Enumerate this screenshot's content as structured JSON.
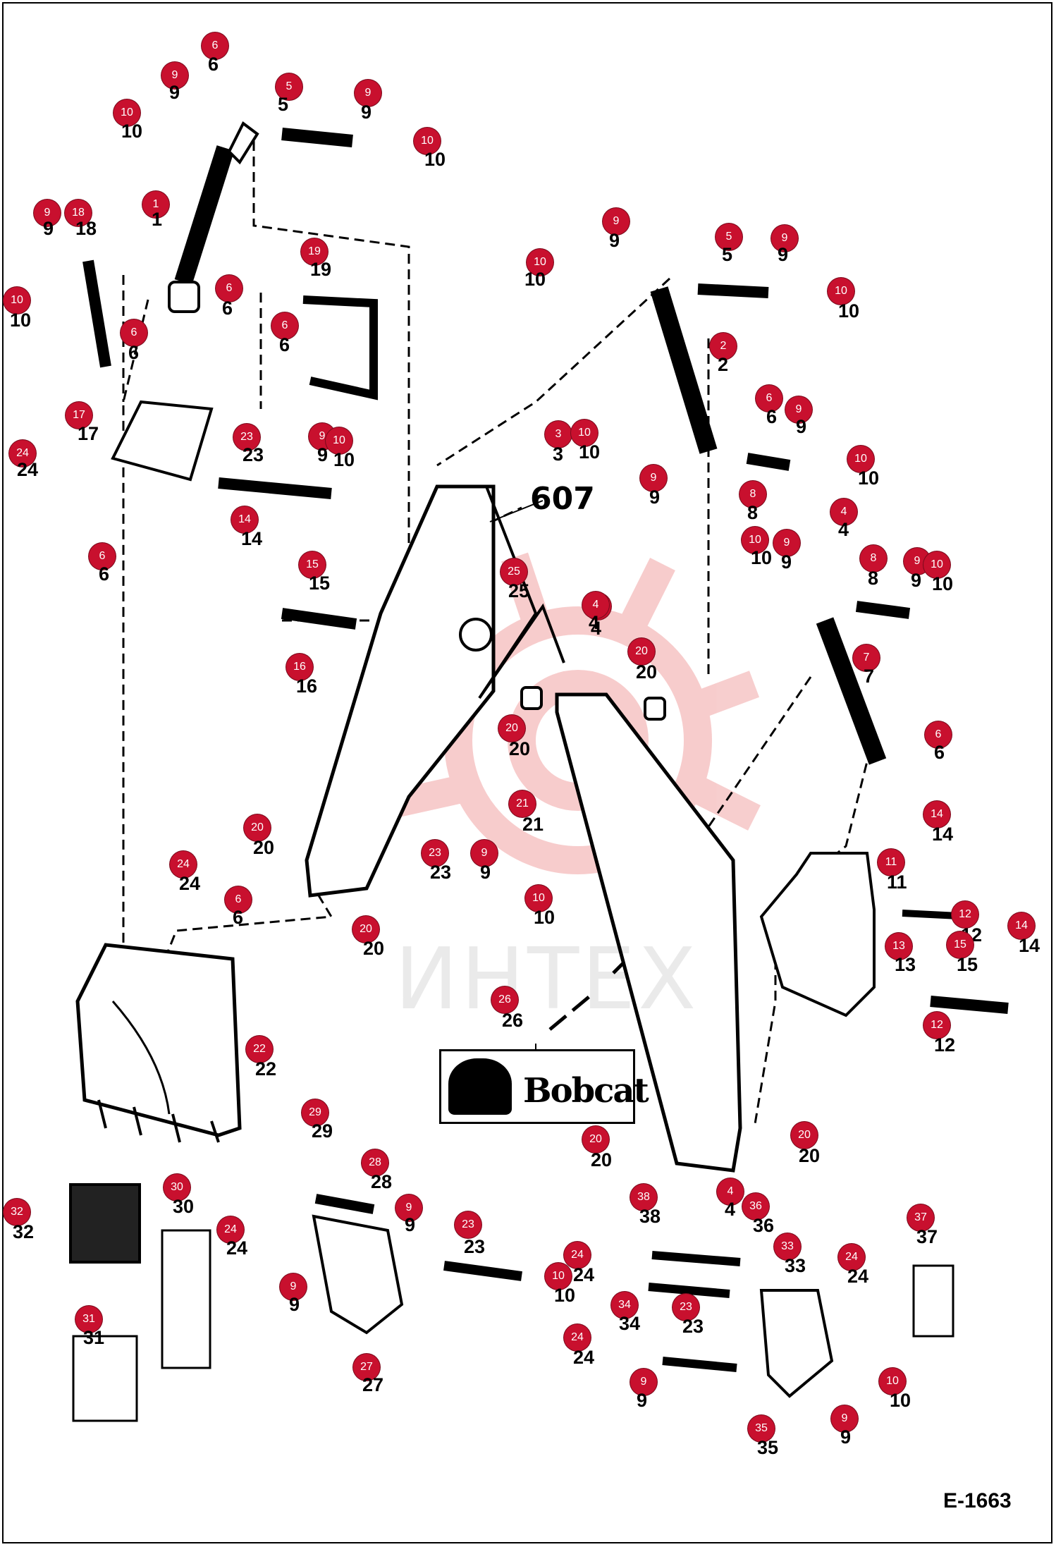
{
  "diagram": {
    "model_label": "607",
    "drawing_code": "E-1663",
    "watermark": "ИНТЕХ",
    "decal_text": "Bobcat",
    "colors": {
      "badge": "#c8102e",
      "watermark_gear": "#e03a3a",
      "line": "#000000"
    }
  },
  "callouts": [
    {
      "num": "6",
      "label": "6"
    },
    {
      "num": "9",
      "label": "9"
    },
    {
      "num": "5",
      "label": "5"
    },
    {
      "num": "9",
      "label": "9"
    },
    {
      "num": "10",
      "label": "10"
    },
    {
      "num": "10",
      "label": "10"
    },
    {
      "num": "1",
      "label": "1"
    },
    {
      "num": "9",
      "label": "9"
    },
    {
      "num": "18",
      "label": "18"
    },
    {
      "num": "10",
      "label": "10"
    },
    {
      "num": "19",
      "label": "19"
    },
    {
      "num": "6",
      "label": "6"
    },
    {
      "num": "6",
      "label": "6"
    },
    {
      "num": "6",
      "label": "6"
    },
    {
      "num": "17",
      "label": "17"
    },
    {
      "num": "24",
      "label": "24"
    },
    {
      "num": "23",
      "label": "23"
    },
    {
      "num": "9",
      "label": "9"
    },
    {
      "num": "10",
      "label": "10"
    },
    {
      "num": "6",
      "label": "6"
    },
    {
      "num": "14",
      "label": "14"
    },
    {
      "num": "15",
      "label": "15"
    },
    {
      "num": "16",
      "label": "16"
    },
    {
      "num": "25",
      "label": "25"
    },
    {
      "num": "4",
      "label": "4"
    },
    {
      "num": "9",
      "label": "9"
    },
    {
      "num": "5",
      "label": "5"
    },
    {
      "num": "9",
      "label": "9"
    },
    {
      "num": "10",
      "label": "10"
    },
    {
      "num": "10",
      "label": "10"
    },
    {
      "num": "2",
      "label": "2"
    },
    {
      "num": "6",
      "label": "6"
    },
    {
      "num": "9",
      "label": "9"
    },
    {
      "num": "3",
      "label": "3"
    },
    {
      "num": "10",
      "label": "10"
    },
    {
      "num": "9",
      "label": "9"
    },
    {
      "num": "8",
      "label": "8"
    },
    {
      "num": "10",
      "label": "10"
    },
    {
      "num": "4",
      "label": "4"
    },
    {
      "num": "10",
      "label": "10"
    },
    {
      "num": "9",
      "label": "9"
    },
    {
      "num": "8",
      "label": "8"
    },
    {
      "num": "9",
      "label": "9"
    },
    {
      "num": "10",
      "label": "10"
    },
    {
      "num": "7",
      "label": "7"
    },
    {
      "num": "6",
      "label": "6"
    },
    {
      "num": "4",
      "label": "4"
    },
    {
      "num": "20",
      "label": "20"
    },
    {
      "num": "20",
      "label": "20"
    },
    {
      "num": "21",
      "label": "21"
    },
    {
      "num": "14",
      "label": "14"
    },
    {
      "num": "11",
      "label": "11"
    },
    {
      "num": "12",
      "label": "12"
    },
    {
      "num": "13",
      "label": "13"
    },
    {
      "num": "15",
      "label": "15"
    },
    {
      "num": "14",
      "label": "14"
    },
    {
      "num": "12",
      "label": "12"
    },
    {
      "num": "20",
      "label": "20"
    },
    {
      "num": "24",
      "label": "24"
    },
    {
      "num": "6",
      "label": "6"
    },
    {
      "num": "23",
      "label": "23"
    },
    {
      "num": "9",
      "label": "9"
    },
    {
      "num": "10",
      "label": "10"
    },
    {
      "num": "20",
      "label": "20"
    },
    {
      "num": "22",
      "label": "22"
    },
    {
      "num": "26",
      "label": "26"
    },
    {
      "num": "20",
      "label": "20"
    },
    {
      "num": "20",
      "label": "20"
    },
    {
      "num": "29",
      "label": "29"
    },
    {
      "num": "28",
      "label": "28"
    },
    {
      "num": "9",
      "label": "9"
    },
    {
      "num": "24",
      "label": "24"
    },
    {
      "num": "9",
      "label": "9"
    },
    {
      "num": "27",
      "label": "27"
    },
    {
      "num": "32",
      "label": "32"
    },
    {
      "num": "30",
      "label": "30"
    },
    {
      "num": "31",
      "label": "31"
    },
    {
      "num": "23",
      "label": "23"
    },
    {
      "num": "10",
      "label": "10"
    },
    {
      "num": "4",
      "label": "4"
    },
    {
      "num": "36",
      "label": "36"
    },
    {
      "num": "38",
      "label": "38"
    },
    {
      "num": "33",
      "label": "33"
    },
    {
      "num": "24",
      "label": "24"
    },
    {
      "num": "24",
      "label": "24"
    },
    {
      "num": "34",
      "label": "34"
    },
    {
      "num": "23",
      "label": "23"
    },
    {
      "num": "24",
      "label": "24"
    },
    {
      "num": "9",
      "label": "9"
    },
    {
      "num": "35",
      "label": "35"
    },
    {
      "num": "10",
      "label": "10"
    },
    {
      "num": "9",
      "label": "9"
    },
    {
      "num": "37",
      "label": "37"
    }
  ]
}
